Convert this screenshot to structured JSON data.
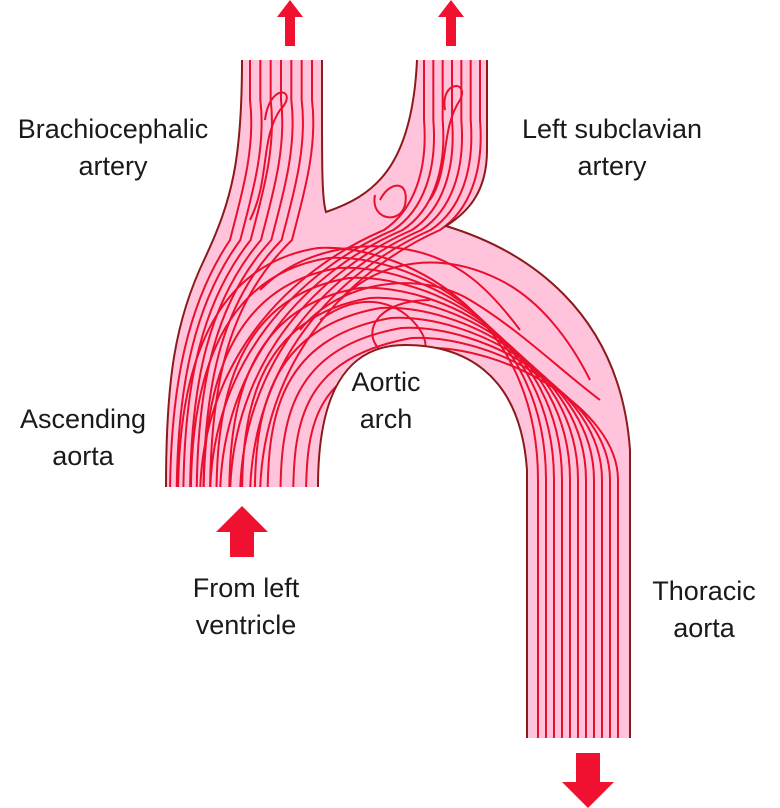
{
  "labels": {
    "brachiocephalic_line1": "Brachiocephalic",
    "brachiocephalic_line2": "artery",
    "left_subclavian_line1": "Left subclavian",
    "left_subclavian_line2": "artery",
    "ascending_line1": "Ascending",
    "ascending_line2": "aorta",
    "arch_line1": "Aortic",
    "arch_line2": "arch",
    "from_lv_line1": "From left",
    "from_lv_line2": "ventricle",
    "thoracic_line1": "Thoracic",
    "thoracic_line2": "aorta"
  },
  "colors": {
    "vessel_fill": "#ffc4dc",
    "vessel_outline": "#8b1a1a",
    "flow_line": "#e8102e",
    "arrow": "#f01030",
    "text": "#1a1a1a"
  },
  "flow_arrows": [
    {
      "name": "brachiocephalic-outflow-arrow",
      "direction": "up"
    },
    {
      "name": "subclavian-outflow-arrow",
      "direction": "up"
    },
    {
      "name": "inflow-arrow",
      "direction": "up"
    },
    {
      "name": "thoracic-outflow-arrow",
      "direction": "down"
    }
  ]
}
